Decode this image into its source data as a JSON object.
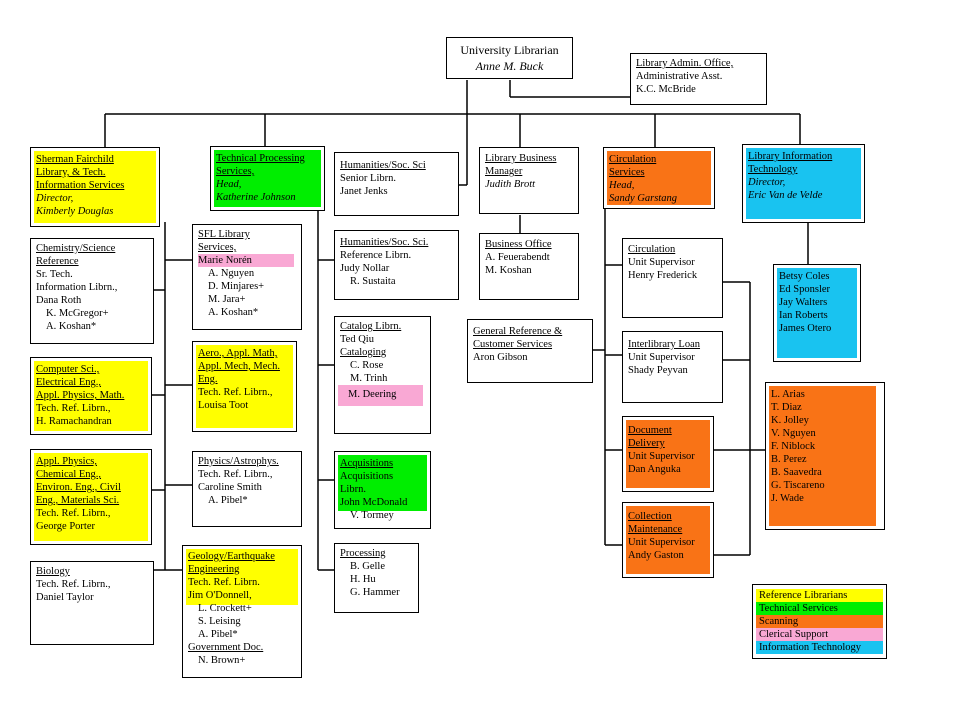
{
  "top": {
    "title": "University Librarian",
    "name": "Anne M. Buck"
  },
  "admin": {
    "title": "Library Admin. Office,",
    "l1": "Administrative Asst.",
    "l2": "K.C. McBride"
  },
  "sherman": {
    "t1": "Sherman Fairchild",
    "t2": "Library, & Tech.",
    "t3": "Information Services",
    "role": "Director,",
    "name": "Kimberly Douglas"
  },
  "chem": {
    "t1": "Chemistry/Science",
    "t2": "Reference",
    "l1": "Sr. Tech.",
    "l2": "Information Librn.,",
    "l3": "Dana Roth",
    "l4": "K. McGregor+",
    "l5": "A. Koshan*"
  },
  "comp": {
    "t1": "Computer Sci.,",
    "t2": "Electrical Eng.,",
    "t3": "Appl. Physics, Math.",
    "l1": "Tech. Ref. Librn.,",
    "l2": "H. Ramachandran"
  },
  "applphys": {
    "t1": "Appl. Physics,",
    "t2": "Chemical Eng.,",
    "t3": "Environ. Eng., Civil",
    "t4": "Eng., Materials Sci.",
    "l1": "Tech. Ref. Librn.,",
    "l2": "George Porter"
  },
  "bio": {
    "t1": "Biology",
    "l1": "Tech. Ref. Librn.,",
    "l2": "Daniel Taylor"
  },
  "techproc": {
    "t1": "Technical Processing",
    "t2": "Services,",
    "role": "Head,",
    "name": "Katherine Johnson"
  },
  "sfl": {
    "t1": "SFL Library",
    "t2": "Services,",
    "l1": "Marie Norén",
    "l2": "A. Nguyen",
    "l3": "D. Minjares+",
    "l4": "M. Jara+",
    "l5": "A. Koshan*"
  },
  "aero": {
    "t1": "Aero., Appl. Math,",
    "t2": "Appl. Mech, Mech.",
    "t3": "Eng.",
    "l1": "Tech. Ref. Librn.,",
    "l2": "Louisa Toot"
  },
  "physastro": {
    "t1": "Physics/Astrophys.",
    "l1": "Tech. Ref. Librn.,",
    "l2": "Caroline Smith",
    "l3": "A. Pibel*"
  },
  "geo": {
    "t1": "Geology/Earthquake",
    "t2": "Engineering",
    "l1": "Tech. Ref. Librn.",
    "l2": "Jim O'Donnell,",
    "l3": "L. Crockett+",
    "l4": "S. Leising",
    "l5": "A. Pibel*",
    "t3": "Government Doc.",
    "l6": "N. Brown+"
  },
  "hum1": {
    "t1": "Humanities/Soc. Sci",
    "l1": "Senior Librn.",
    "l2": "Janet Jenks"
  },
  "hum2": {
    "t1": "Humanities/Soc. Sci.",
    "l1": "Reference Librn.",
    "l2": "Judy Nollar",
    "l3": "R. Sustaita"
  },
  "catalog": {
    "t1": "Catalog Librn.",
    "l1": "Ted Qiu",
    "t2": "Cataloging",
    "l2": "C. Rose",
    "l3": "M. Trinh",
    "l4": "M. Deering"
  },
  "acq": {
    "t1": "Acquisitions",
    "l1": "Acquisitions",
    "l2": "Librn.",
    "l3": "John McDonald",
    "l4": "V. Tormey"
  },
  "proc": {
    "t1": "Processing",
    "l1": "B. Gelle",
    "l2": "H. Hu",
    "l3": "G. Hammer"
  },
  "busmgr": {
    "t1": "Library Business",
    "t2": "Manager",
    "name": "Judith Brott"
  },
  "busoff": {
    "t1": "Business Office",
    "l1": "A. Feuerabendt",
    "l2": "M. Koshan"
  },
  "genref": {
    "t1": "General Reference &",
    "t2": "Customer Services",
    "l1": "Aron Gibson"
  },
  "circserv": {
    "t1": "Circulation",
    "t2": "Services",
    "role": "Head,",
    "name": "Sandy Garstang"
  },
  "circ": {
    "t1": "Circulation",
    "l1": "Unit Supervisor",
    "l2": "Henry Frederick"
  },
  "ill": {
    "t1": "Interlibrary Loan",
    "l1": "Unit Supervisor",
    "l2": "Shady Peyvan"
  },
  "docdel": {
    "t1": "Document",
    "t2": "Delivery",
    "l1": "Unit Supervisor",
    "l2": "Dan Anguka"
  },
  "collmaint": {
    "t1": "Collection",
    "t2": "Maintenance",
    "l1": "Unit Supervisor",
    "l2": "Andy Gaston"
  },
  "staff": [
    "L. Arias",
    "T. Diaz",
    "K. Jolley",
    "V. Nguyen",
    "F. Niblock",
    "B. Perez",
    "B. Saavedra",
    "G. Tiscareno",
    "J. Wade"
  ],
  "lit": {
    "t1": "Library Information",
    "t2": "Technology",
    "role": "Director,",
    "name": "Eric Van de Velde"
  },
  "litstaff": [
    "Betsy Coles",
    "Ed Sponsler",
    "Jay Walters",
    "Ian Roberts",
    "James Otero"
  ],
  "legend": [
    {
      "label": "Reference Librarians",
      "color": "#ffff00"
    },
    {
      "label": "Technical Services",
      "color": "#00ee00"
    },
    {
      "label": "Scanning",
      "color": "#f97316"
    },
    {
      "label": "Clerical Support",
      "color": "#f9a8d4"
    },
    {
      "label": "Information Technology",
      "color": "#19c3f0"
    }
  ]
}
